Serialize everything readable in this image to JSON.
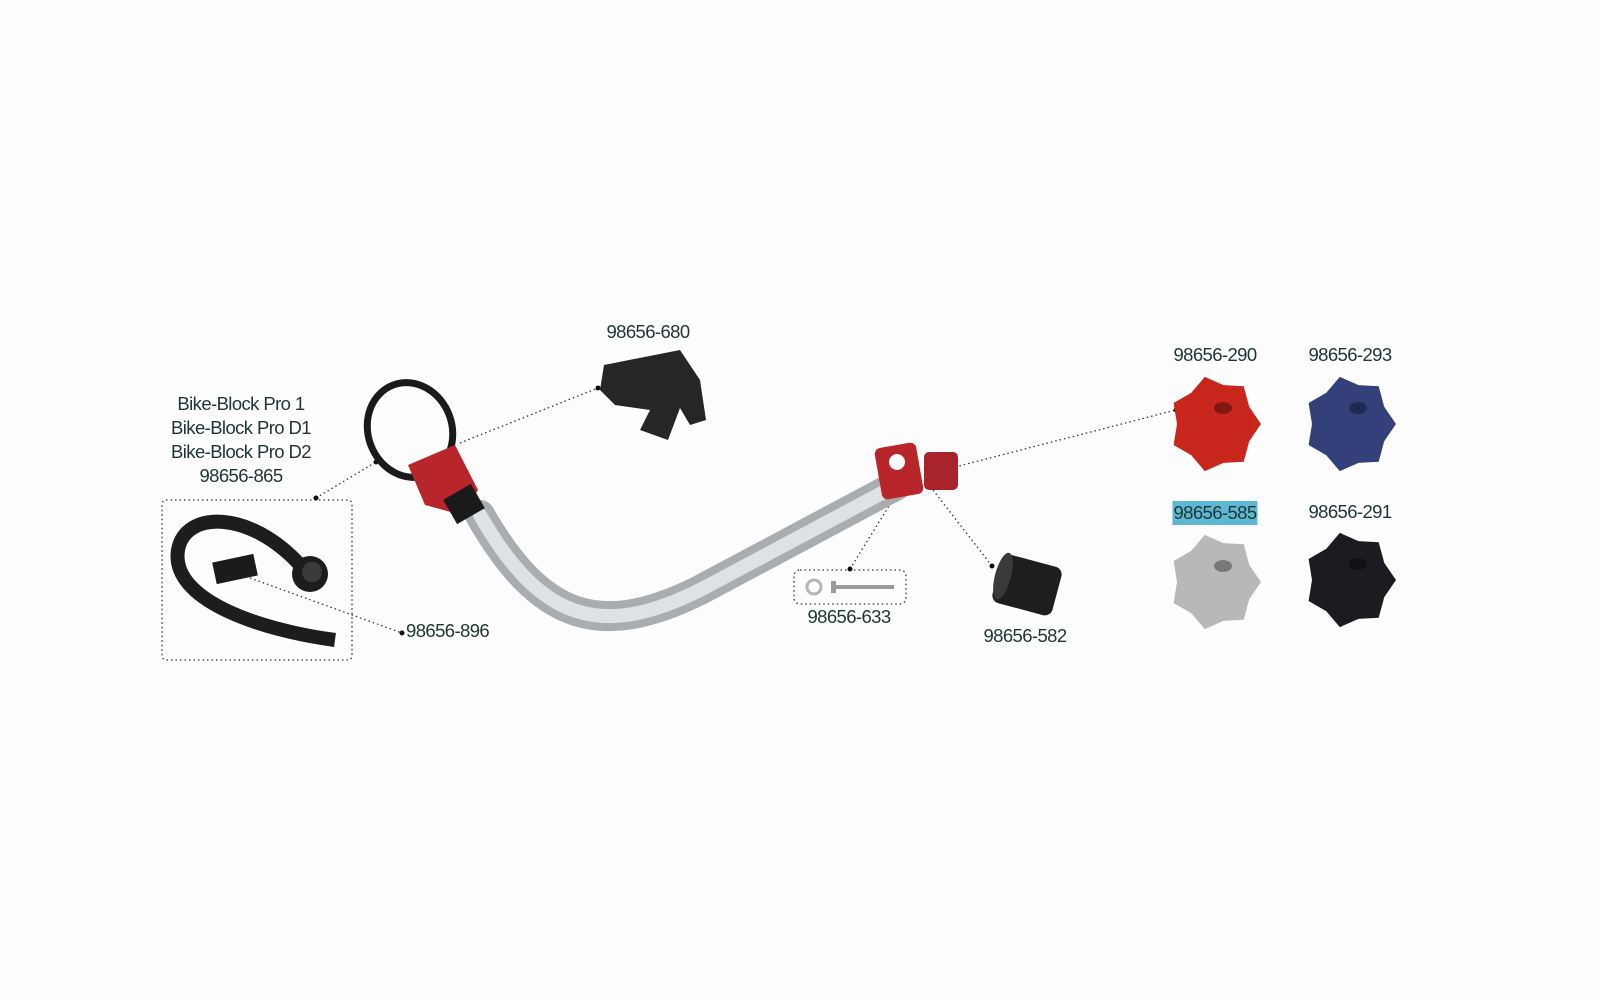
{
  "title_block": {
    "lines": [
      "Bike-Block Pro 1",
      "Bike-Block Pro D1",
      "Bike-Block Pro D2",
      "98656-865"
    ]
  },
  "parts": {
    "p680": "98656-680",
    "p896": "98656-896",
    "p633": "98656-633",
    "p582": "98656-582",
    "p290": "98656-290",
    "p293": "98656-293",
    "p585": "98656-585",
    "p291": "98656-291"
  },
  "colors": {
    "text": "#1f3535",
    "highlight": "#5db8d3",
    "knob_red": "#c8261c",
    "knob_blue": "#34407a",
    "knob_grey": "#b8b8ba",
    "knob_black": "#1c1c20",
    "tube": "#c9ccd0"
  }
}
